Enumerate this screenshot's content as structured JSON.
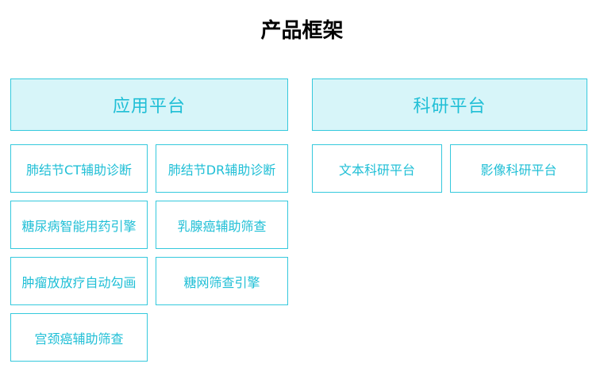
{
  "title": "产品框架",
  "columns": [
    {
      "header": "应用平台",
      "items": [
        "肺结节CT辅助诊断",
        "肺结节DR辅助诊断",
        "糖尿病智能用药引擎",
        "乳腺癌辅助筛查",
        "肿瘤放放疗自动勾画",
        "糖网筛查引擎",
        "宫颈癌辅助筛查"
      ]
    },
    {
      "header": "科研平台",
      "items": [
        "文本科研平台",
        "影像科研平台"
      ]
    }
  ],
  "colors": {
    "border": "#35c9dd",
    "text": "#20bfd6",
    "header_fill": "#d7f5f9"
  }
}
